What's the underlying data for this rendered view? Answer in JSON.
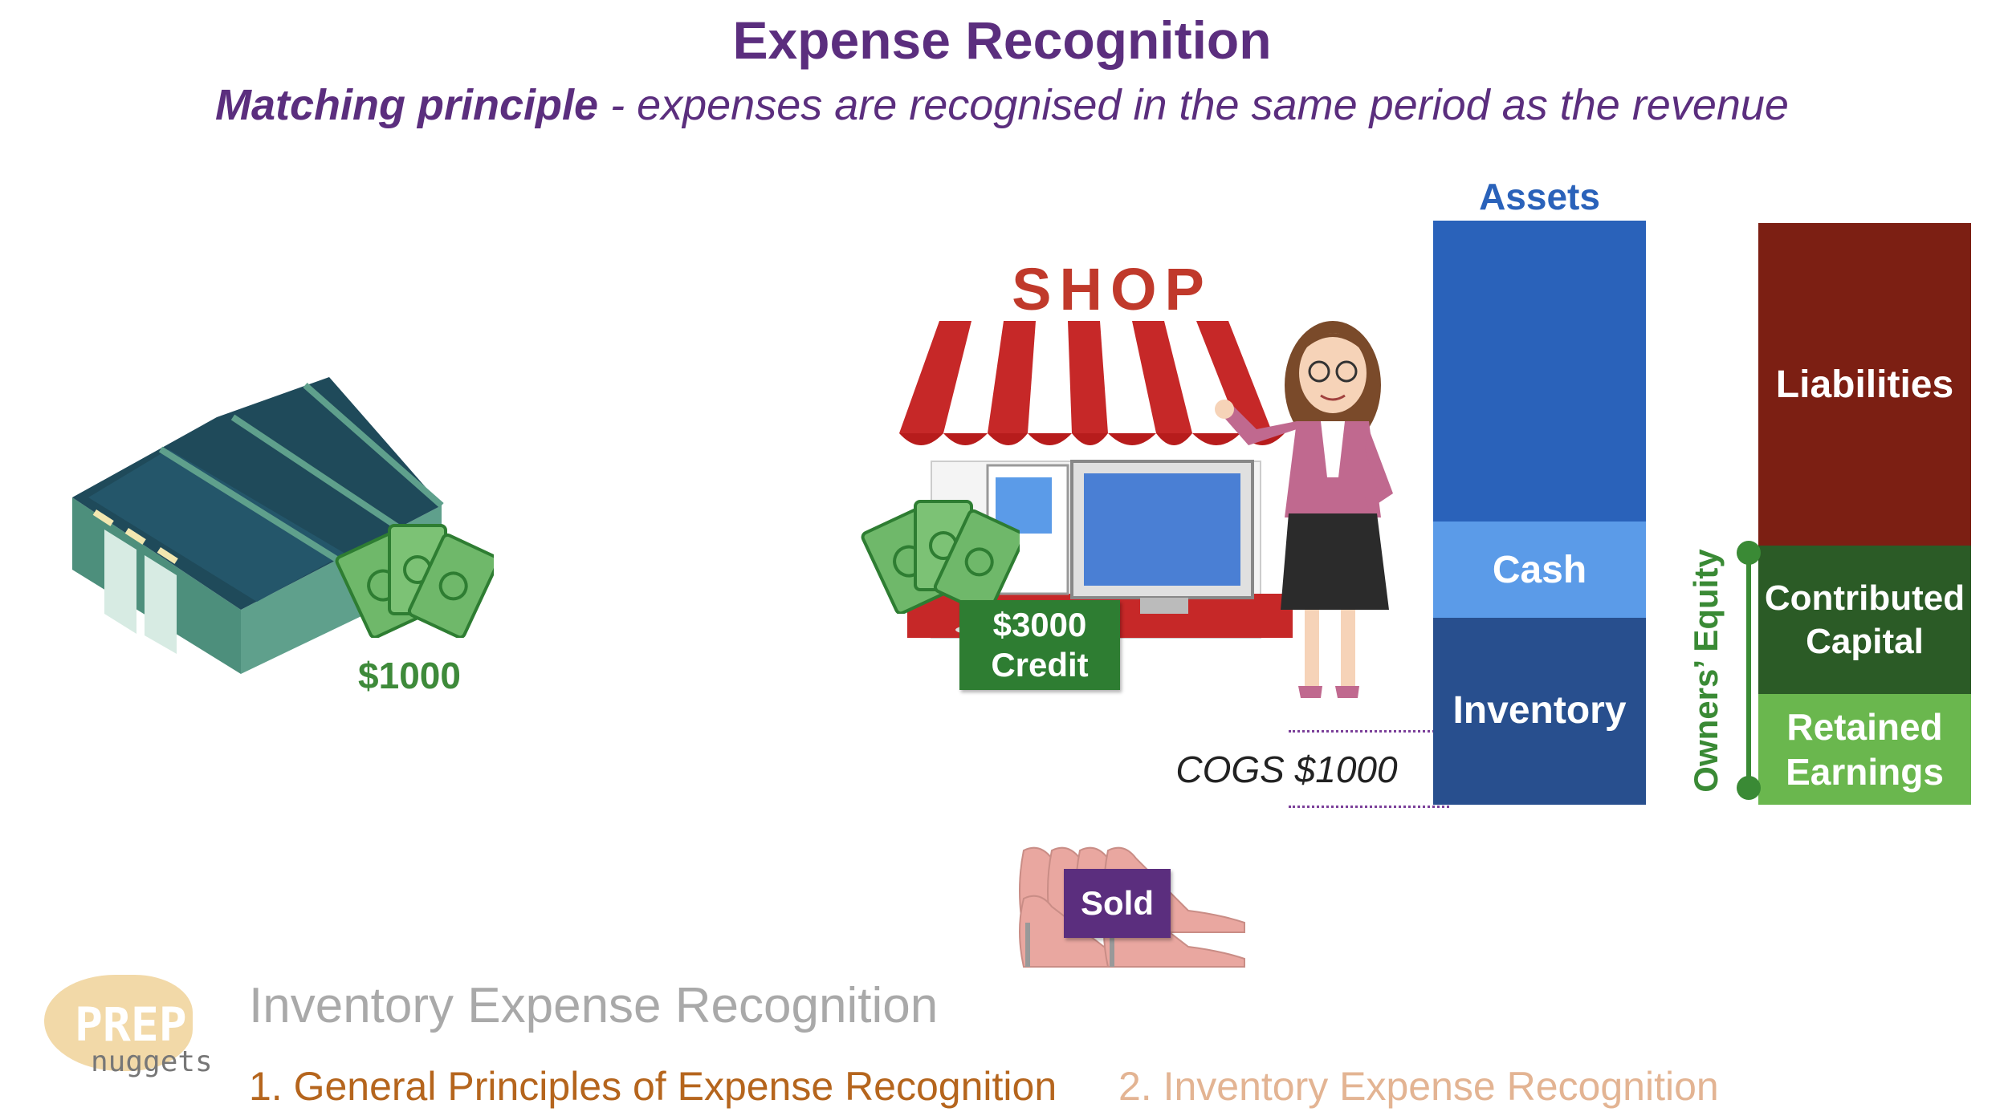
{
  "header": {
    "title": "Expense Recognition",
    "subtitle_bold": "Matching principle",
    "subtitle_rest": " - expenses are recognised in the same period as the revenue"
  },
  "warehouse": {
    "amount_label": "$1000"
  },
  "shop": {
    "sign": "SHOP",
    "credit_line1": "$3000",
    "credit_line2": "Credit",
    "sold_label": "Sold"
  },
  "cogs_label": "COGS $1000",
  "balance_sheet": {
    "assets_header": "Assets",
    "cash": "Cash",
    "inventory": "Inventory",
    "liabilities": "Liabilities",
    "contributed_capital": "Contributed Capital",
    "retained_earnings": "Retained Earnings",
    "owners_equity": "Owners’ Equity"
  },
  "colors": {
    "assets": "#2a62ba",
    "cash": "#5b9be8",
    "inventory": "#284f8e",
    "liabilities": "#7c1f13",
    "contributed_capital": "#2b5b26",
    "retained_earnings": "#6ab74e",
    "equity_line": "#3a8a35"
  },
  "footer": {
    "logo_main": "PREP",
    "logo_sub": "nuggets",
    "section_title": "Inventory Expense Recognition",
    "link1": "1. General Principles of Expense Recognition",
    "link2": "2. Inventory Expense Recognition"
  }
}
